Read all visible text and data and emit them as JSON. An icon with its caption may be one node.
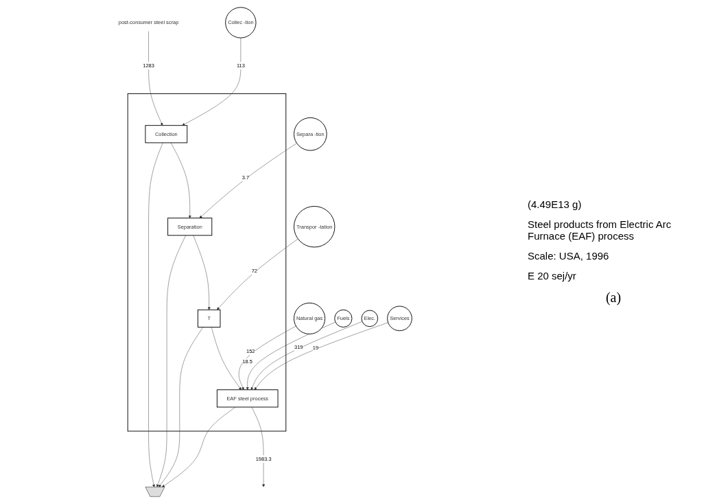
{
  "diagram": {
    "caption": "(a)",
    "nodes": [
      {
        "text": [],
        "shape": "box"
      },
      {
        "text": [
          "Transpor -tation"
        ]
      },
      {
        "text": [
          "Natural gas"
        ]
      },
      {
        "text": [
          "Fuels"
        ]
      },
      {
        "text": [
          "Separa -tion"
        ]
      },
      {
        "text": [
          "Collec -tion"
        ]
      },
      {
        "text": [
          "post-consumer steel scrap"
        ]
      },
      {
        "text": [
          "Elec."
        ]
      },
      {
        "text": [
          "Services"
        ]
      },
      {
        "text": [
          "Separation"
        ],
        "in": 0
      },
      {
        "text": [
          "Collection"
        ],
        "in": 0
      },
      {
        "text": [
          "T"
        ],
        "in": 0
      },
      {
        "text": [
          "EAF steel process"
        ],
        "in": 0
      },
      {
        "text": [],
        "shape": "ground"
      }
    ],
    "edges": [
      {
        "from": 1,
        "to": 11,
        "arrow": "to",
        "label": "72"
      },
      {
        "from": 2,
        "to": 12,
        "arrow": "to",
        "label": "152"
      },
      {
        "from": 3,
        "to": 12,
        "arrow": "to",
        "label": "18.5"
      },
      {
        "from": 4,
        "to": 9,
        "arrow": "to",
        "label": "3.7"
      },
      {
        "from": 5,
        "to": 10,
        "arrow": "to",
        "label": "113"
      },
      {
        "from": 6,
        "to": 10,
        "arrow": "to",
        "label": "1283"
      },
      {
        "from": 10,
        "to": 9,
        "arrow": "to"
      },
      {
        "from": 7,
        "to": 12,
        "arrow": "to",
        "label": "319"
      },
      {
        "from": 8,
        "to": 12,
        "arrow": "to",
        "label": "19"
      },
      {
        "from": 9,
        "to": 11,
        "arrow": "to"
      },
      {
        "from": 11,
        "to": 12,
        "arrow": "to"
      },
      {
        "from": 12,
        "to": null,
        "arrow": "to",
        "label": "1983.3"
      },
      {
        "from": 9,
        "to": 13,
        "arrow": "to"
      },
      {
        "from": 10,
        "to": 13,
        "arrow": "to"
      },
      {
        "from": 11,
        "to": 13,
        "arrow": "to"
      },
      {
        "from": 12,
        "to": 13,
        "arrow": "to"
      }
    ],
    "labels": [
      "(4.49E13 g)",
      "Steel products from Electric Arc Furnace (EAF) process",
      "Scale: USA, 1996",
      "E 20 sej/yr"
    ]
  }
}
